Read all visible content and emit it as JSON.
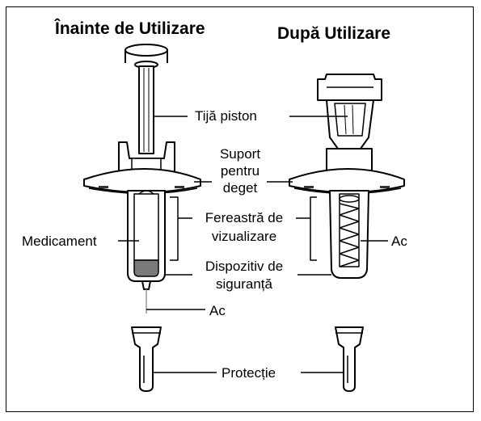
{
  "titles": {
    "before": "Înainte de Utilizare",
    "after": "După Utilizare"
  },
  "labels": {
    "plunger_rod": "Tijă piston",
    "finger_grip_1": "Suport",
    "finger_grip_2": "pentru",
    "finger_grip_3": "deget",
    "view_window_1": "Fereastră de",
    "view_window_2": "vizualizare",
    "medicine": "Medicament",
    "guard_1": "Dispozitiv de",
    "guard_2": "siguranță",
    "needle_before": "Ac",
    "needle_after": "Ac",
    "cap": "Protecție"
  },
  "colors": {
    "line": "#000000",
    "fill": "#ffffff",
    "medicine_fill": "#7a7a7a",
    "grip_dark": "#333333"
  }
}
